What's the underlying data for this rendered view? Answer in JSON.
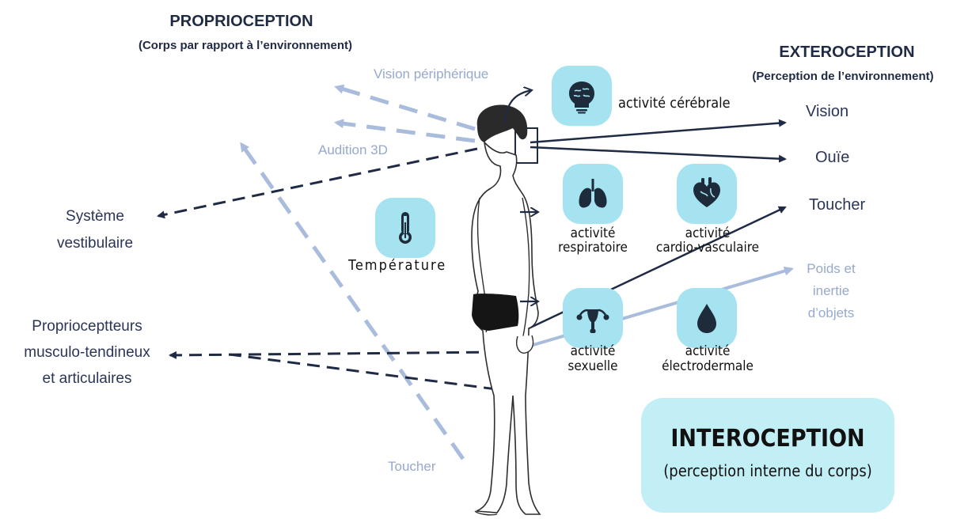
{
  "proprioception": {
    "title": "PROPRIOCEPTION",
    "subtitle": "(Corps par rapport à l’environnement)"
  },
  "exteroception": {
    "title": "EXTEROCEPTION",
    "subtitle": "(Perception de l’environnement)"
  },
  "interoception": {
    "title": "INTEROCEPTION",
    "subtitle": "(perception interne du corps)"
  },
  "left_labels": {
    "vision_peripherique": "Vision périphérique",
    "audition_3d": "Audition 3D",
    "systeme_line1": "Système",
    "systeme_line2": "vestibulaire",
    "proprio_line1": "Proprioceptteurs",
    "proprio_line2": "musculo-tendineux",
    "proprio_line3": "et articulaires",
    "toucher_bas": "Toucher"
  },
  "right_labels": {
    "vision": "Vision",
    "ouie": "Ouïe",
    "toucher": "Toucher",
    "poids_line1": "Poids et",
    "poids_line2": "inertie",
    "poids_line3": "d’objets"
  },
  "interoceptive_items": {
    "cerebrale": "activité cérébrale",
    "temperature": "Température",
    "respiratoire_line1": "activité",
    "respiratoire_line2": "respiratoire",
    "cardio_line1": "activité",
    "cardio_line2": "cardio-vasculaire",
    "sexuelle_line1": "activité",
    "sexuelle_line2": "sexuelle",
    "electro_line1": "activité",
    "electro_line2": "électrodermale"
  },
  "icons": {
    "cerebrale": "brain-lightbulb-icon",
    "temperature": "thermometer-icon",
    "respiratoire": "lungs-icon",
    "cardio": "heart-icon",
    "sexuelle": "uterus-icon",
    "electro": "drop-icon"
  },
  "colors": {
    "icon_bg": "#a5e3f1",
    "box_bg": "#c2eef6",
    "dark_line": "#1f2a44",
    "light_line": "#a9bcdc"
  }
}
